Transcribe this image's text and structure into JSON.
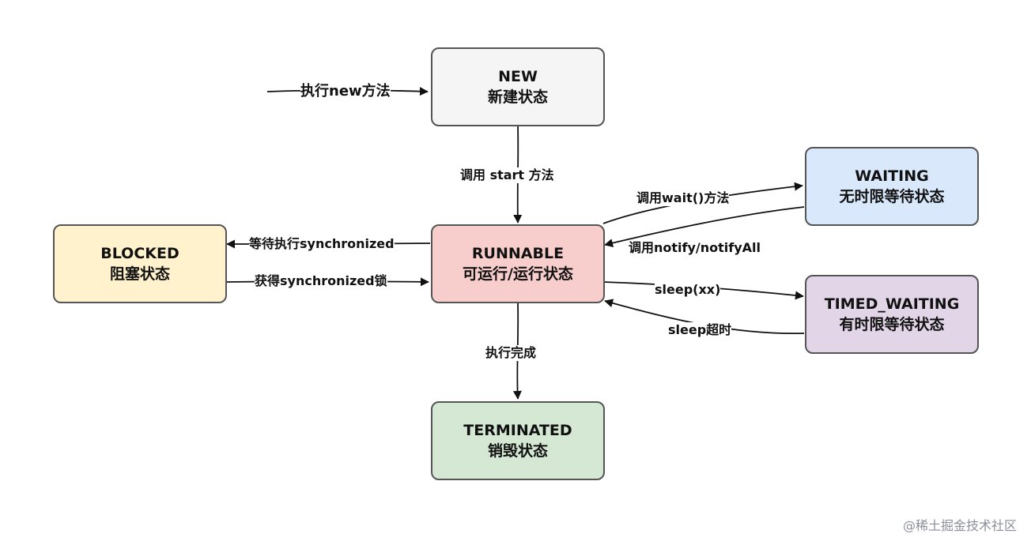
{
  "states": {
    "new": {
      "name": "NEW",
      "desc": "新建状态",
      "fill": "#f5f5f5"
    },
    "runnable": {
      "name": "RUNNABLE",
      "desc": "可运行/运行状态",
      "fill": "#f8cecc"
    },
    "blocked": {
      "name": "BLOCKED",
      "desc": "阻塞状态",
      "fill": "#fff2cc"
    },
    "waiting": {
      "name": "WAITING",
      "desc": "无时限等待状态",
      "fill": "#dae8fc"
    },
    "timed": {
      "name": "TIMED_WAITING",
      "desc": "有时限等待状态",
      "fill": "#e1d5e7"
    },
    "terminated": {
      "name": "TERMINATED",
      "desc": "销毁状态",
      "fill": "#d5e8d4"
    }
  },
  "edges": {
    "entry": "执行new方法",
    "new_to_runnable": "调用 start 方法",
    "runnable_to_waiting": "调用wait()方法",
    "waiting_to_runnable": "调用notify/notifyAll",
    "runnable_to_blocked": "等待执行synchronized",
    "blocked_to_runnable": "获得synchronized锁",
    "runnable_to_timed": "sleep(xx)",
    "timed_to_runnable": "sleep超时",
    "runnable_to_terminated": "执行完成"
  },
  "watermark": "@稀土掘金技术社区"
}
